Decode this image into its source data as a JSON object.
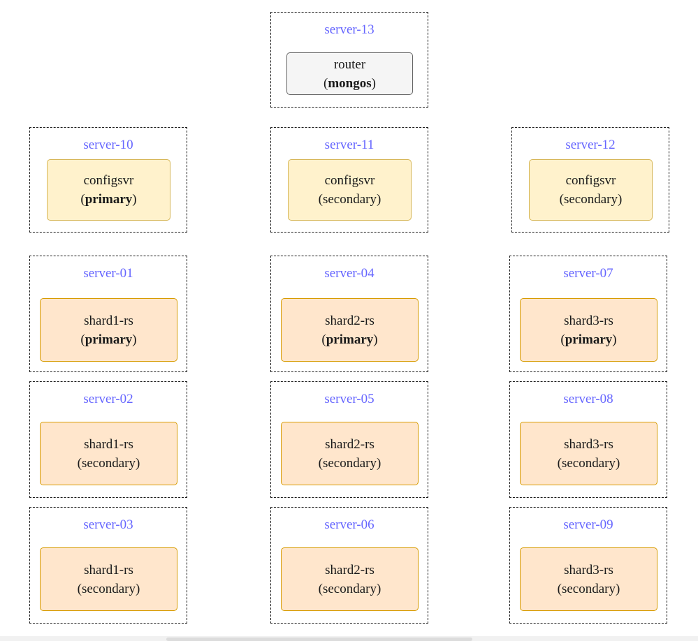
{
  "servers": {
    "s13": {
      "label": "server-13",
      "name": "router",
      "role": "mongos"
    },
    "s10": {
      "label": "server-10",
      "name": "configsvr",
      "role": "primary"
    },
    "s11": {
      "label": "server-11",
      "name": "configsvr",
      "role": "secondary"
    },
    "s12": {
      "label": "server-12",
      "name": "configsvr",
      "role": "secondary"
    },
    "s01": {
      "label": "server-01",
      "name": "shard1-rs",
      "role": "primary"
    },
    "s02": {
      "label": "server-02",
      "name": "shard1-rs",
      "role": "secondary"
    },
    "s03": {
      "label": "server-03",
      "name": "shard1-rs",
      "role": "secondary"
    },
    "s04": {
      "label": "server-04",
      "name": "shard2-rs",
      "role": "primary"
    },
    "s05": {
      "label": "server-05",
      "name": "shard2-rs",
      "role": "secondary"
    },
    "s06": {
      "label": "server-06",
      "name": "shard2-rs",
      "role": "secondary"
    },
    "s07": {
      "label": "server-07",
      "name": "shard3-rs",
      "role": "primary"
    },
    "s08": {
      "label": "server-08",
      "name": "shard3-rs",
      "role": "secondary"
    },
    "s09": {
      "label": "server-09",
      "name": "shard3-rs",
      "role": "secondary"
    }
  },
  "colors": {
    "server_label": "#6666ff",
    "router_fill": "#f5f5f5",
    "router_stroke": "#666666",
    "config_fill": "#fff2cc",
    "config_stroke": "#d6b656",
    "shard_fill": "#ffe6cc",
    "shard_stroke": "#d79b00"
  }
}
